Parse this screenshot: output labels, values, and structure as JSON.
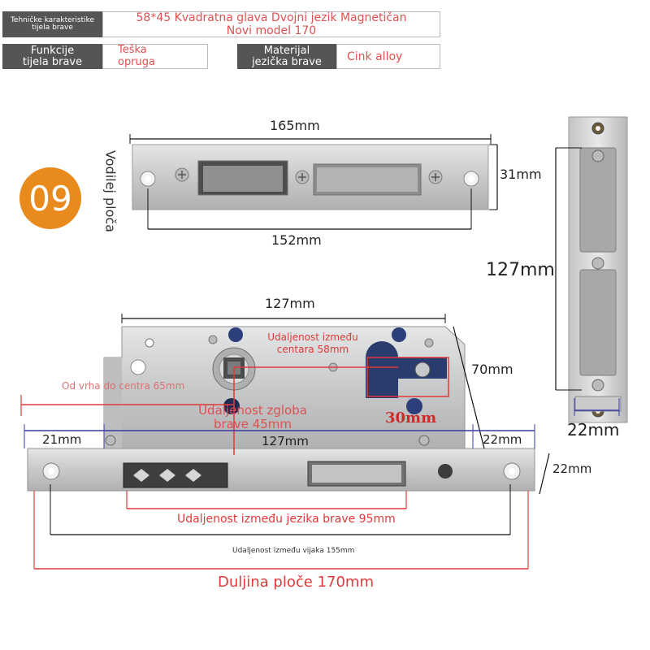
{
  "specs": {
    "row1_label": "Tehničke karakteristike tijela brave",
    "row1_value_line1": "58*45 Kvadratna glava Dvojni jezik Magnetičan",
    "row1_value_line2": "Novi model 170",
    "function_label": "Funkcije tijela brave",
    "function_value": "Teška opruga",
    "material_label": "Materijal jezička brave",
    "material_value": "Cink alloy"
  },
  "badge_number": "09",
  "guide_plate": {
    "label": "Vodilej ploča",
    "length_top": "165mm",
    "length_bottom": "152mm",
    "height": "31mm"
  },
  "strike_plate": {
    "height": "127mm",
    "width": "22mm"
  },
  "lock_body": {
    "width_top": "127mm",
    "height": "70mm",
    "center_distance": "Udaljenost između centara 58mm",
    "tip_to_center": "Od vrha do centra 65mm",
    "joint_distance": "Udaljenost zgloba brave 45mm",
    "hole_width": "30mm",
    "faceplate_left": "21mm",
    "faceplate_middle": "127mm",
    "faceplate_right": "22mm",
    "faceplate_height": "22mm",
    "tongue_distance": "Udaljenost između jezika brave 95mm",
    "screw_distance": "Udaljenost između vijaka 155mm",
    "plate_length": "Duljina ploče 170mm"
  },
  "colors": {
    "header_dark": "#555555",
    "accent_red": "#e03a3a",
    "dim_blue": "#3a3aa8",
    "badge_orange": "#e98a1d",
    "steel": "#c9cbcc"
  }
}
